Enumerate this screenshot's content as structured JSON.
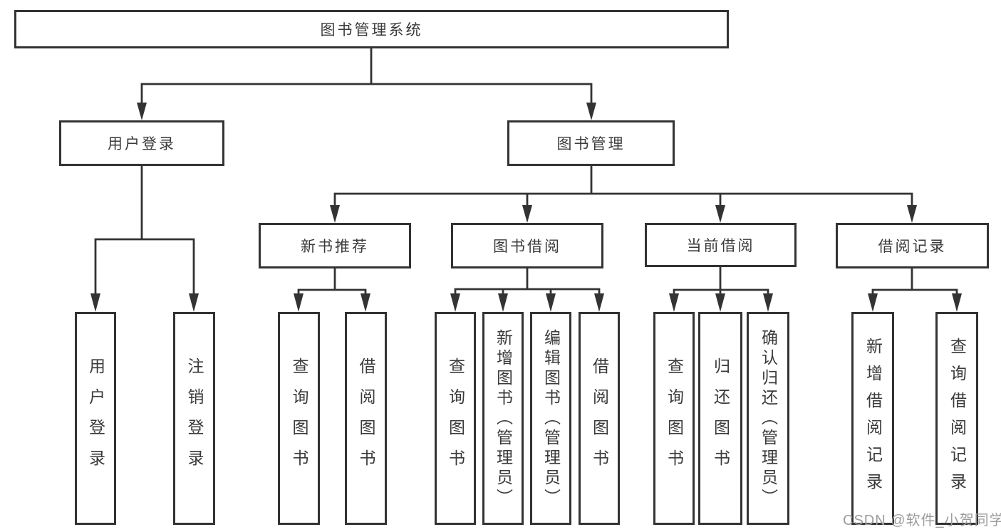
{
  "nodes": {
    "root": "图书管理系统",
    "user_login": "用户登录",
    "book_mgmt": "图书管理",
    "new_book_rec": "新书推荐",
    "book_borrow": "图书借阅",
    "current_borrow": "当前借阅",
    "borrow_records": "借阅记录",
    "leaf_user_login": "用户登录",
    "leaf_logout": "注销登录",
    "nbr_query_books": "查询图书",
    "nbr_borrow_books": "借阅图书",
    "bb_query_books": "查询图书",
    "bb_add_books": "新增图书（管理员）",
    "bb_edit_books": "编辑图书（管理员）",
    "bb_borrow_books": "借阅图书",
    "cb_query_books": "查询图书",
    "cb_return_books": "归还图书",
    "cb_confirm_return": "确认归还（管理员）",
    "br_add_record": "新增借阅记录",
    "br_query_record": "查询借阅记录"
  },
  "watermark": "CSDN @软件_小贺同学",
  "colors": {
    "line": "#333333",
    "text": "#3a3a3a",
    "background": "#ffffff",
    "watermark": "#9c9c9c"
  }
}
